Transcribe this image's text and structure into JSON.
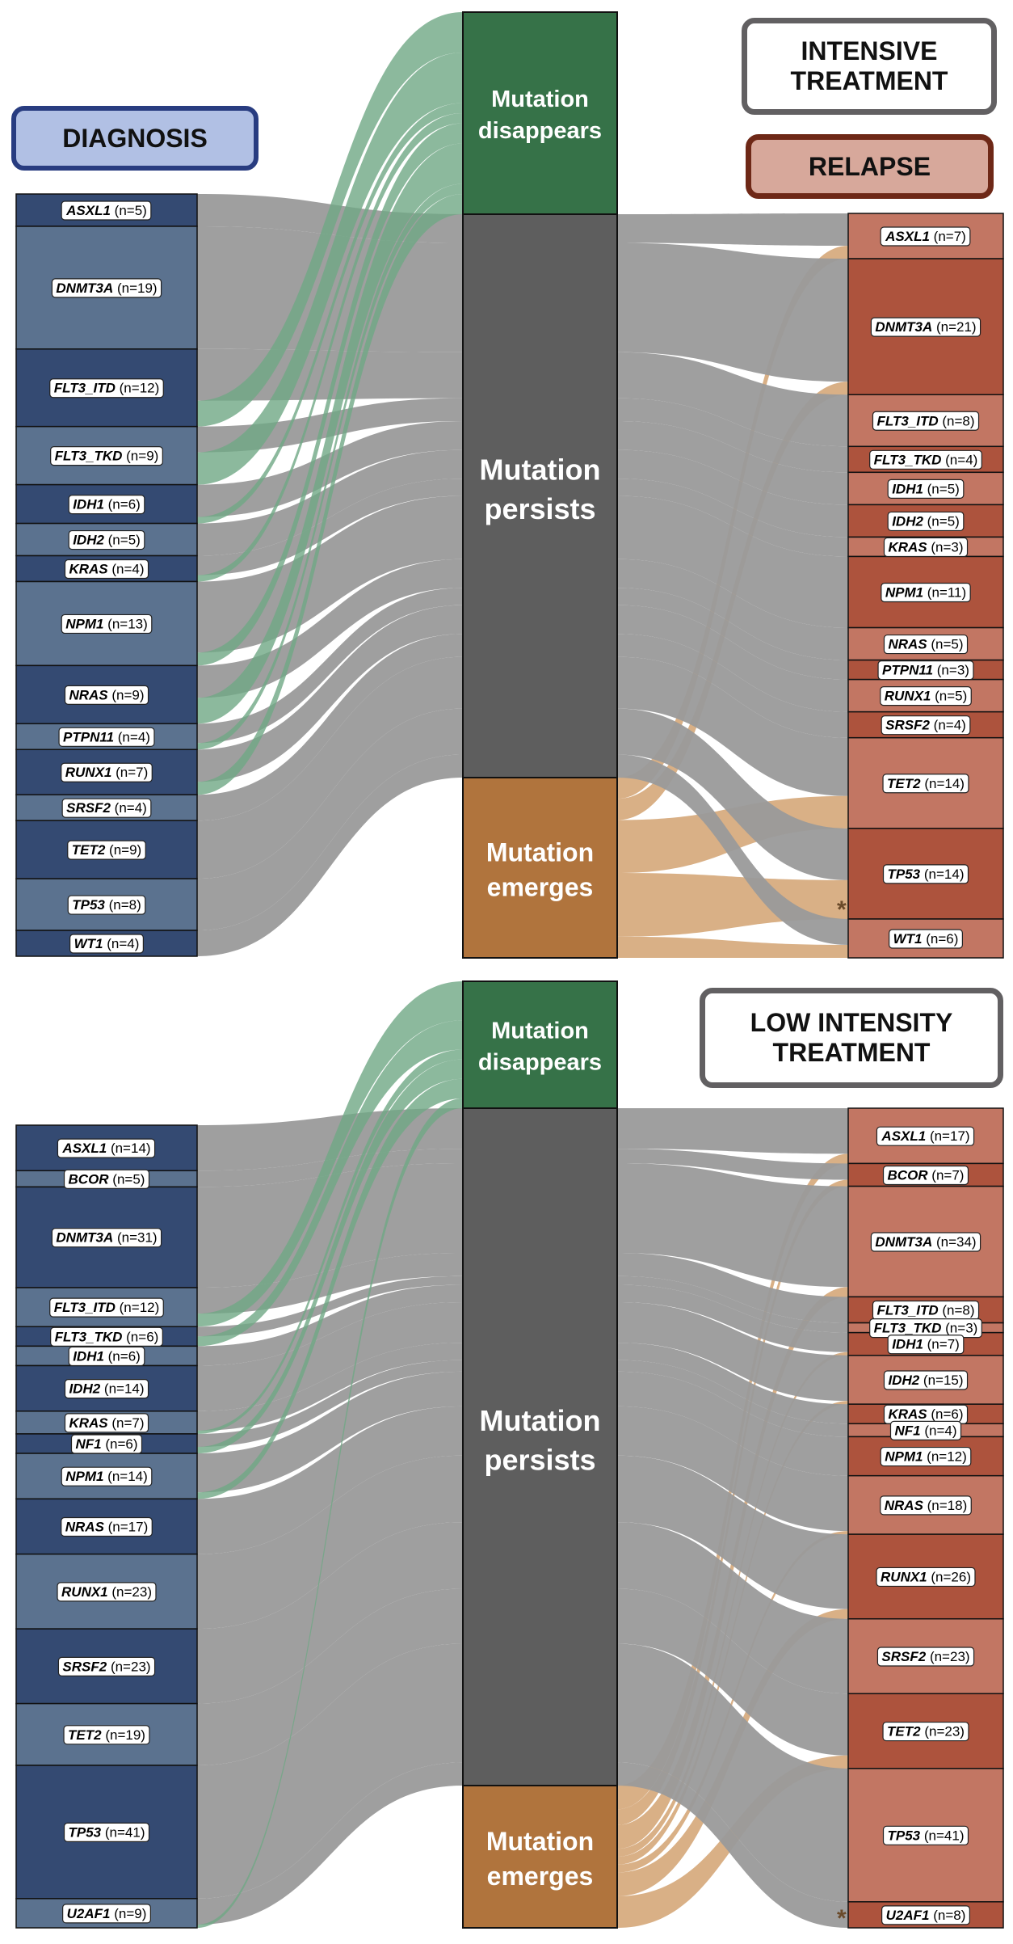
{
  "colors": {
    "diag_dark": "#344a72",
    "diag_light": "#5b728f",
    "rel_dark": "#ad533d",
    "rel_light": "#c27663",
    "disappear": "#367248",
    "persist": "#5e5e5e",
    "emerge": "#b0743d",
    "flow_grey": "#9a9a9a",
    "flow_green": "#6fa784",
    "flow_orange": "#cf9c68"
  },
  "middle_labels": {
    "disappears": [
      "Mutation",
      "disappears"
    ],
    "persists": [
      "Mutation",
      "persists"
    ],
    "emerges": [
      "Mutation",
      "emerges"
    ]
  },
  "headers": {
    "diagnosis": "DIAGNOSIS",
    "intensive": "INTENSIVE TREATMENT",
    "relapse": "RELAPSE",
    "low_intensity": "LOW INTENSITY TREATMENT"
  },
  "asterisk": "*",
  "chart_data": [
    {
      "type": "sankey",
      "title": "INTENSIVE TREATMENT",
      "source_column": "DIAGNOSIS",
      "target_column": "RELAPSE",
      "middle_nodes": [
        "Mutation disappears",
        "Mutation persists",
        "Mutation emerges"
      ],
      "diagnosis": [
        {
          "gene": "ASXL1",
          "n": 5
        },
        {
          "gene": "DNMT3A",
          "n": 19
        },
        {
          "gene": "FLT3_ITD",
          "n": 12
        },
        {
          "gene": "FLT3_TKD",
          "n": 9
        },
        {
          "gene": "IDH1",
          "n": 6
        },
        {
          "gene": "IDH2",
          "n": 5
        },
        {
          "gene": "KRAS",
          "n": 4
        },
        {
          "gene": "NPM1",
          "n": 13
        },
        {
          "gene": "NRAS",
          "n": 9
        },
        {
          "gene": "PTPN11",
          "n": 4
        },
        {
          "gene": "RUNX1",
          "n": 7
        },
        {
          "gene": "SRSF2",
          "n": 4
        },
        {
          "gene": "TET2",
          "n": 9
        },
        {
          "gene": "TP53",
          "n": 8
        },
        {
          "gene": "WT1",
          "n": 4
        }
      ],
      "relapse": [
        {
          "gene": "ASXL1",
          "n": 7
        },
        {
          "gene": "DNMT3A",
          "n": 21
        },
        {
          "gene": "FLT3_ITD",
          "n": 8
        },
        {
          "gene": "FLT3_TKD",
          "n": 4
        },
        {
          "gene": "IDH1",
          "n": 5
        },
        {
          "gene": "IDH2",
          "n": 5
        },
        {
          "gene": "KRAS",
          "n": 3
        },
        {
          "gene": "NPM1",
          "n": 11
        },
        {
          "gene": "NRAS",
          "n": 5
        },
        {
          "gene": "PTPN11",
          "n": 3
        },
        {
          "gene": "RUNX1",
          "n": 5
        },
        {
          "gene": "SRSF2",
          "n": 4
        },
        {
          "gene": "TET2",
          "n": 14
        },
        {
          "gene": "TP53",
          "n": 14,
          "asterisk": true
        },
        {
          "gene": "WT1",
          "n": 6
        }
      ]
    },
    {
      "type": "sankey",
      "title": "LOW INTENSITY TREATMENT",
      "source_column": "DIAGNOSIS",
      "target_column": "RELAPSE",
      "middle_nodes": [
        "Mutation disappears",
        "Mutation persists",
        "Mutation emerges"
      ],
      "diagnosis": [
        {
          "gene": "ASXL1",
          "n": 14
        },
        {
          "gene": "BCOR",
          "n": 5
        },
        {
          "gene": "DNMT3A",
          "n": 31
        },
        {
          "gene": "FLT3_ITD",
          "n": 12
        },
        {
          "gene": "FLT3_TKD",
          "n": 6
        },
        {
          "gene": "IDH1",
          "n": 6
        },
        {
          "gene": "IDH2",
          "n": 14
        },
        {
          "gene": "KRAS",
          "n": 7
        },
        {
          "gene": "NF1",
          "n": 6
        },
        {
          "gene": "NPM1",
          "n": 14
        },
        {
          "gene": "NRAS",
          "n": 17
        },
        {
          "gene": "RUNX1",
          "n": 23
        },
        {
          "gene": "SRSF2",
          "n": 23
        },
        {
          "gene": "TET2",
          "n": 19
        },
        {
          "gene": "TP53",
          "n": 41
        },
        {
          "gene": "U2AF1",
          "n": 9
        }
      ],
      "relapse": [
        {
          "gene": "ASXL1",
          "n": 17
        },
        {
          "gene": "BCOR",
          "n": 7
        },
        {
          "gene": "DNMT3A",
          "n": 34
        },
        {
          "gene": "FLT3_ITD",
          "n": 8
        },
        {
          "gene": "FLT3_TKD",
          "n": 3
        },
        {
          "gene": "IDH1",
          "n": 7
        },
        {
          "gene": "IDH2",
          "n": 15
        },
        {
          "gene": "KRAS",
          "n": 6
        },
        {
          "gene": "NF1",
          "n": 4
        },
        {
          "gene": "NPM1",
          "n": 12
        },
        {
          "gene": "NRAS",
          "n": 18
        },
        {
          "gene": "RUNX1",
          "n": 26
        },
        {
          "gene": "SRSF2",
          "n": 23
        },
        {
          "gene": "TET2",
          "n": 23
        },
        {
          "gene": "TP53",
          "n": 41
        },
        {
          "gene": "U2AF1",
          "n": 8,
          "asterisk": true
        }
      ]
    }
  ]
}
